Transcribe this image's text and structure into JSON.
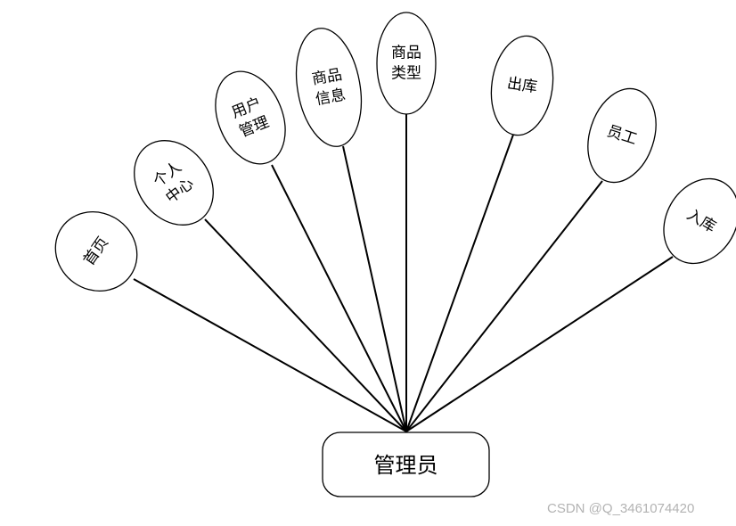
{
  "diagram": {
    "root": {
      "label": "管理员"
    },
    "nodes": [
      {
        "id": "home",
        "lines": [
          "首页"
        ]
      },
      {
        "id": "personal-center",
        "lines": [
          "个人",
          "中心"
        ]
      },
      {
        "id": "user-management",
        "lines": [
          "用户",
          "管理"
        ]
      },
      {
        "id": "product-info",
        "lines": [
          "商品",
          "信息"
        ]
      },
      {
        "id": "product-type",
        "lines": [
          "商品",
          "类型"
        ]
      },
      {
        "id": "outbound",
        "lines": [
          "出库"
        ]
      },
      {
        "id": "staff",
        "lines": [
          "员工"
        ]
      },
      {
        "id": "inbound",
        "lines": [
          "入库"
        ]
      }
    ]
  },
  "watermark": "CSDN @Q_3461074420",
  "colors": {
    "stroke": "#000000",
    "background": "#ffffff",
    "watermark": "#b3b3b3"
  }
}
